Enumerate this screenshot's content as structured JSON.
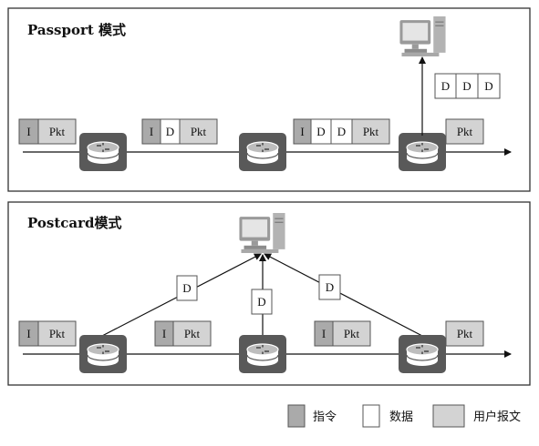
{
  "colors": {
    "instruction": "#aaaaaa",
    "data": "#ffffff",
    "packet": "#d3d3d3",
    "router": "#595959",
    "panel_border": "#333333"
  },
  "passport": {
    "title": "Passport 模式",
    "stage1": {
      "instruction": "I",
      "packet": "Pkt"
    },
    "stage2": {
      "instruction": "I",
      "data": "D",
      "packet": "Pkt"
    },
    "stage3": {
      "instruction": "I",
      "data1": "D",
      "data2": "D",
      "packet": "Pkt"
    },
    "stage4": {
      "packet": "Pkt"
    },
    "report": [
      "D",
      "D",
      "D"
    ],
    "collector_icon": "computer-icon",
    "router_icon": "router-icon"
  },
  "postcard": {
    "title": "Postcard模式",
    "stage1": {
      "instruction": "I",
      "packet": "Pkt"
    },
    "stage2": {
      "instruction": "I",
      "packet": "Pkt"
    },
    "stage3": {
      "instruction": "I",
      "packet": "Pkt"
    },
    "stage4": {
      "packet": "Pkt"
    },
    "postcards": [
      "D",
      "D",
      "D"
    ],
    "collector_icon": "computer-icon",
    "router_icon": "router-icon"
  },
  "legend": {
    "instruction_label": "指令",
    "data_label": "数据",
    "packet_label": "用户报文"
  }
}
